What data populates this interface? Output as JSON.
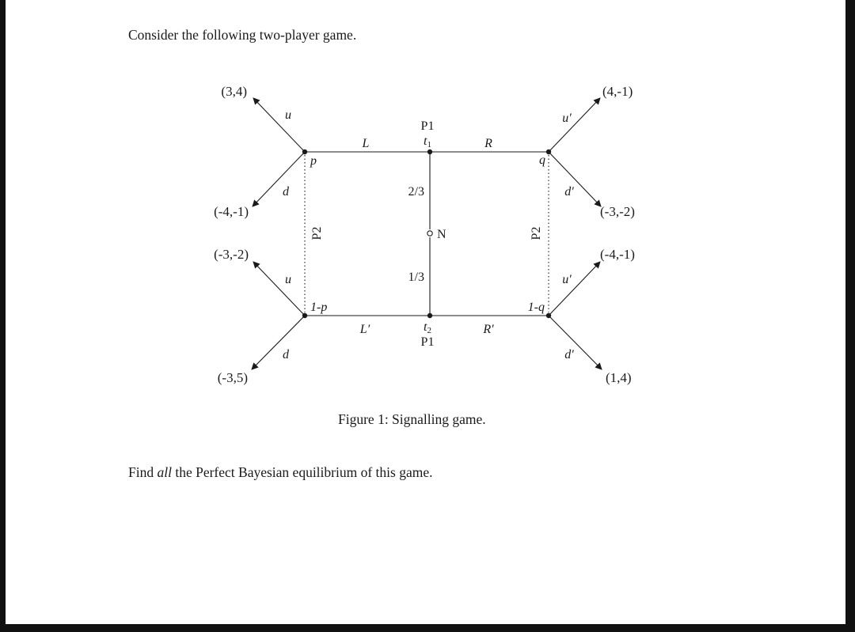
{
  "document": {
    "intro": "Consider the following two-player game.",
    "caption": "Figure 1: Signalling game.",
    "question_prefix": "Find ",
    "question_emph": "all",
    "question_suffix": " the Perfect Bayesian equilibrium of this game."
  },
  "game": {
    "ink_color": "#1a1a1a",
    "players": {
      "p1_top": "P1",
      "p1_bottom": "P1",
      "p2_left": "P2",
      "p2_right": "P2"
    },
    "nature": {
      "label": "N",
      "prob_top": "2/3",
      "prob_bottom": "1/3"
    },
    "types": {
      "t1_base": "t",
      "t1_sub": "1",
      "t2_base": "t",
      "t2_sub": "2"
    },
    "beliefs": {
      "top_left": "p",
      "bottom_left": "1-p",
      "top_right": "q",
      "bottom_right": "1-q"
    },
    "messages": {
      "top_left": "L",
      "top_right": "R",
      "bottom_left": "L′",
      "bottom_right": "R′"
    },
    "actions": {
      "top_left_up": "u",
      "top_left_down": "d",
      "bottom_left_up": "u",
      "bottom_left_down": "d",
      "top_right_up": "u′",
      "top_right_down": "d′",
      "bottom_right_up": "u′",
      "bottom_right_down": "d′"
    },
    "payoffs": {
      "top_left_up": "(3,4)",
      "top_left_down": "(-4,-1)",
      "bottom_left_up": "(-3,-2)",
      "bottom_left_down": "(-3,5)",
      "top_right_up": "(4,-1)",
      "top_right_down": "(-3,-2)",
      "bottom_right_up": "(-4,-1)",
      "bottom_right_down": "(1,4)"
    }
  }
}
